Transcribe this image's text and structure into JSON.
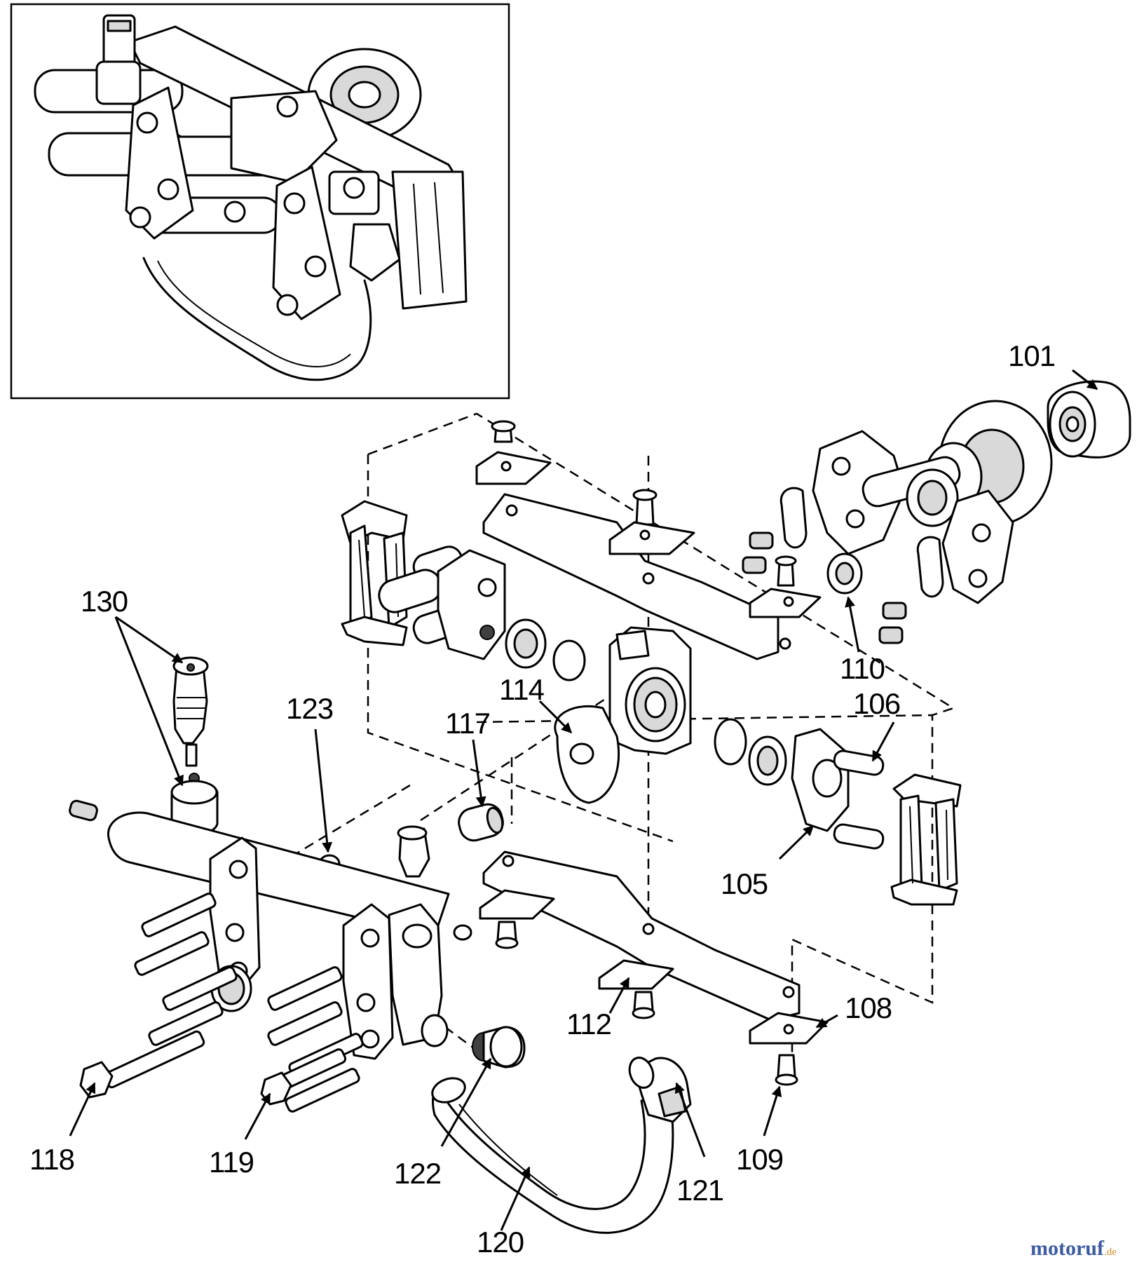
{
  "callouts": {
    "c101": "101",
    "c105": "105",
    "c106": "106",
    "c108": "108",
    "c109": "109",
    "c110": "110",
    "c112": "112",
    "c114": "114",
    "c117": "117",
    "c118": "118",
    "c119": "119",
    "c120": "120",
    "c121": "121",
    "c122": "122",
    "c123": "123",
    "c130": "130"
  },
  "watermark": {
    "main": "motoruf",
    "suffix": ".de",
    "color_main": "#3b5ba5",
    "color_accent": "#d48a1e"
  }
}
